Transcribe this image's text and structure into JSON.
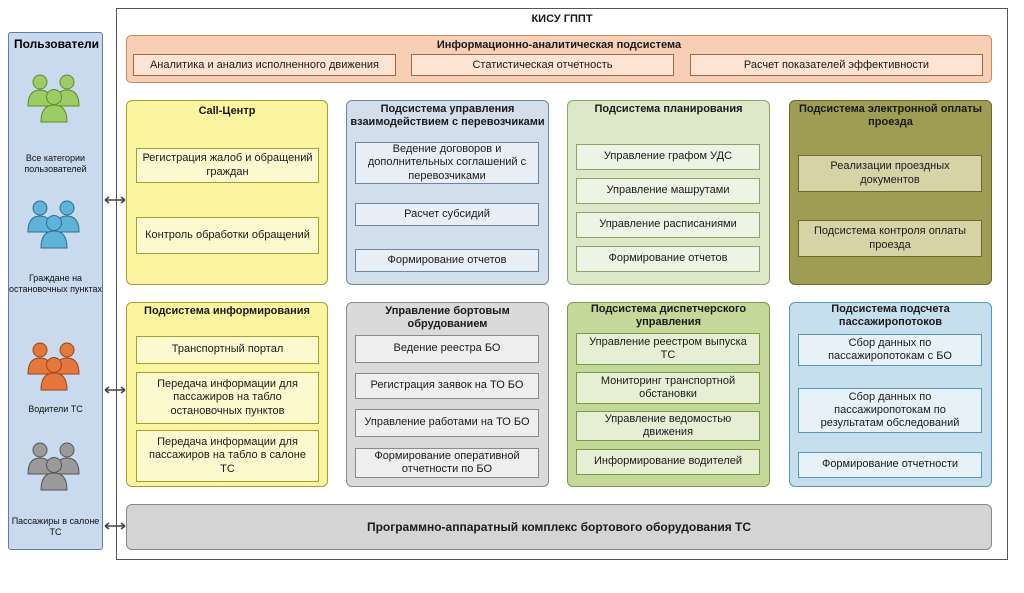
{
  "main_title": "КИСУ ГППТ",
  "users": {
    "title": "Пользователи",
    "groups": [
      {
        "label": "Все категории пользователей",
        "icon": "users-group-green-icon",
        "color": "#8fbf5a"
      },
      {
        "label": "Граждане на остановочных пунктах",
        "icon": "users-group-blue-icon",
        "color": "#4aa0c9"
      },
      {
        "label": "Водители ТС",
        "icon": "users-group-orange-icon",
        "color": "#d9672c"
      },
      {
        "label": "Пассажиры в салоне ТС",
        "icon": "users-group-gray-icon",
        "color": "#8c8c8c"
      }
    ]
  },
  "info_analytics": {
    "title": "Информационно-аналитическая подсистема",
    "items": [
      "Аналитика и анализ исполненного движения",
      "Статистическая отчетность",
      "Расчет показателей эффективности"
    ]
  },
  "subsystems": [
    {
      "title": "Call-Центр",
      "items": [
        "Регистрация жалоб и обращений граждан",
        "Контроль обработки обращений"
      ]
    },
    {
      "title": "Подсистема управления взаимодействием с перевозчиками",
      "items": [
        "Ведение договоров и дополнительных соглашений с перевозчиками",
        "Расчет субсидий",
        "Формирование отчетов"
      ]
    },
    {
      "title": "Подсистема планирования",
      "items": [
        "Управление графом УДС",
        "Управление машрутами",
        "Управление расписаниями",
        "Формирование отчетов"
      ]
    },
    {
      "title": "Подсистема электронной оплаты проезда",
      "items": [
        "Реализации проездных документов",
        "Подсистема контроля оплаты проезда"
      ]
    },
    {
      "title": "Подсистема информирования",
      "items": [
        "Транспортный портал",
        "Передача информации для пассажиров на табло остановочных пунктов",
        "Передача информации для пассажиров на табло в салоне ТС"
      ]
    },
    {
      "title": "Управление бортовым обрудованием",
      "items": [
        "Ведение реестра БО",
        "Регистрация заявок на ТО БО",
        "Управление работами на ТО БО",
        "Формирование оперативной отчетности по БО"
      ]
    },
    {
      "title": "Подсистема диспетчерского управления",
      "items": [
        "Управление реестром выпуска ТС",
        "Мониторинг транспортной обстановки",
        "Управление ведомостью движения",
        "Информирование водителей"
      ]
    },
    {
      "title": "Подсистема подсчета пассажиропотоков",
      "items": [
        "Сбор данных по пассажиропотокам с БО",
        "Сбор данных по пассажиропотокам по результатам обследований",
        "Формирование отчетности"
      ]
    }
  ],
  "bottom": "Программно-аппаратный комплекс бортового оборудования ТС"
}
